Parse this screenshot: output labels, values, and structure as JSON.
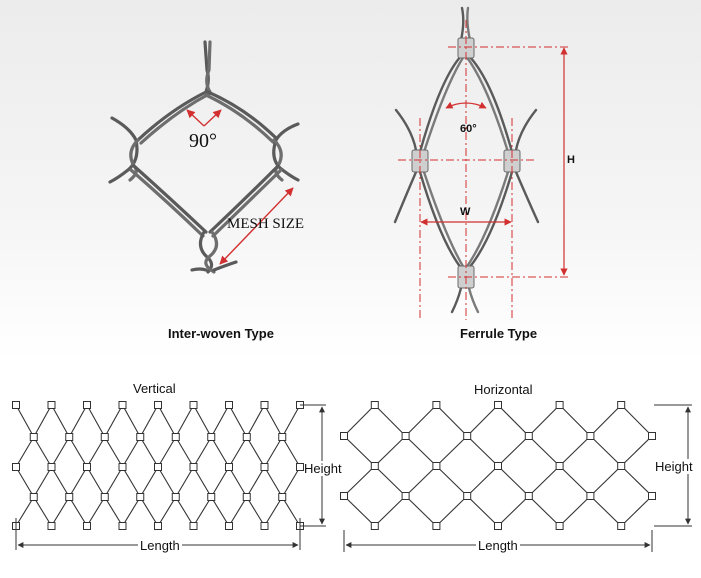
{
  "top": {
    "interwoven": {
      "caption": "Inter-woven Type",
      "angle_label": "90°",
      "mesh_label": "MESH SIZE"
    },
    "ferrule": {
      "caption": "Ferrule Type",
      "angle_label": "60°",
      "height_label": "H",
      "width_label": "W"
    }
  },
  "bottom": {
    "vertical": {
      "title": "Vertical",
      "height_label": "Height",
      "length_label": "Length"
    },
    "horizontal": {
      "title": "Horizontal",
      "height_label": "Height",
      "length_label": "Length"
    }
  },
  "colors": {
    "background_top": "#f4f4f4",
    "cable": "#5a5a5a",
    "mesh_line": "#333333",
    "dimension_red": "#d23030",
    "dimension_dark": "#333333"
  }
}
